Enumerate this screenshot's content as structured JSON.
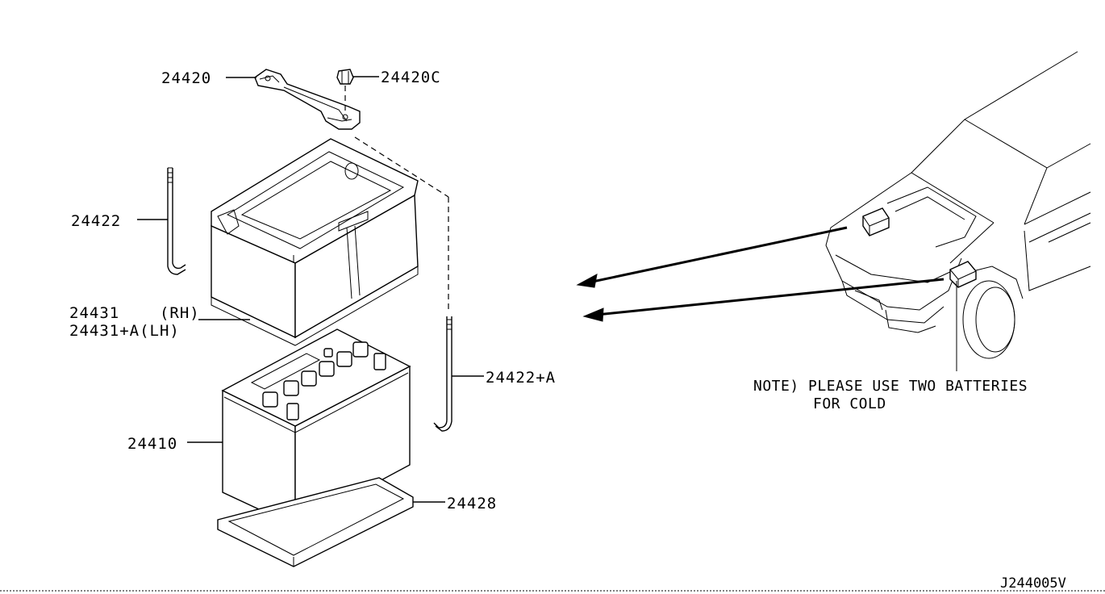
{
  "labels": {
    "bracket": "24420",
    "nut": "24420C",
    "rod_left": "24422",
    "cover_rh": "24431    (RH)",
    "cover_lh": "24431+A(LH)",
    "rod_right": "24422+A",
    "battery": "24410",
    "tray": "24428"
  },
  "note": {
    "line1": "NOTE) PLEASE USE TWO BATTERIES",
    "line2": "FOR COLD"
  },
  "diagram_code": "J244005V"
}
